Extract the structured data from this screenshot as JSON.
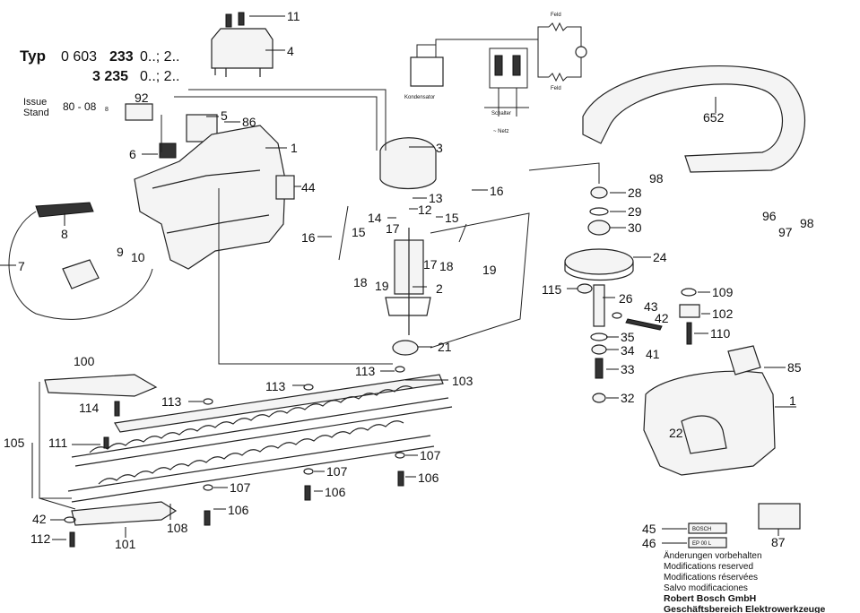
{
  "header": {
    "typ_label": "Typ",
    "model_line1_a": "0 603",
    "model_line1_b": "233",
    "model_line1_c": "0..; 2..",
    "model_line2_b": "3 235",
    "model_line2_c": "0..; 2..",
    "issue_label": "Issue",
    "stand_label": "Stand",
    "issue_value": "80 - 08",
    "issue_suffix": "8"
  },
  "schematic": {
    "feld_top": "Feld",
    "feld_bottom": "Feld",
    "kondensator": "Kondensator",
    "schalter": "Schalter",
    "netz": "~ Netz"
  },
  "part_labels": [
    {
      "id": "p11",
      "text": "11"
    },
    {
      "id": "p4",
      "text": "4"
    },
    {
      "id": "p92",
      "text": "92"
    },
    {
      "id": "p5",
      "text": "5"
    },
    {
      "id": "p86",
      "text": "86"
    },
    {
      "id": "p6",
      "text": "6"
    },
    {
      "id": "p1a",
      "text": "1"
    },
    {
      "id": "p44",
      "text": "44"
    },
    {
      "id": "p8",
      "text": "8"
    },
    {
      "id": "p7",
      "text": "7"
    },
    {
      "id": "p9",
      "text": "9"
    },
    {
      "id": "p10",
      "text": "10"
    },
    {
      "id": "p3",
      "text": "3"
    },
    {
      "id": "p13",
      "text": "13"
    },
    {
      "id": "p14",
      "text": "14"
    },
    {
      "id": "p12",
      "text": "12"
    },
    {
      "id": "p15a",
      "text": "15"
    },
    {
      "id": "p15b",
      "text": "15"
    },
    {
      "id": "p17a",
      "text": "17"
    },
    {
      "id": "p16a",
      "text": "16"
    },
    {
      "id": "p16b",
      "text": "16"
    },
    {
      "id": "p17b",
      "text": "17"
    },
    {
      "id": "p18a",
      "text": "18"
    },
    {
      "id": "p18b",
      "text": "18"
    },
    {
      "id": "p19a",
      "text": "19"
    },
    {
      "id": "p19b",
      "text": "19"
    },
    {
      "id": "p2",
      "text": "2"
    },
    {
      "id": "p21",
      "text": "21"
    },
    {
      "id": "p652",
      "text": "652"
    },
    {
      "id": "p98a",
      "text": "98"
    },
    {
      "id": "p96",
      "text": "96"
    },
    {
      "id": "p97",
      "text": "97"
    },
    {
      "id": "p98b",
      "text": "98"
    },
    {
      "id": "p28",
      "text": "28"
    },
    {
      "id": "p29",
      "text": "29"
    },
    {
      "id": "p30",
      "text": "30"
    },
    {
      "id": "p24",
      "text": "24"
    },
    {
      "id": "p115",
      "text": "115"
    },
    {
      "id": "p26",
      "text": "26"
    },
    {
      "id": "p43",
      "text": "43"
    },
    {
      "id": "p42a",
      "text": "42"
    },
    {
      "id": "p109",
      "text": "109"
    },
    {
      "id": "p102",
      "text": "102"
    },
    {
      "id": "p35",
      "text": "35"
    },
    {
      "id": "p34",
      "text": "34"
    },
    {
      "id": "p41",
      "text": "41"
    },
    {
      "id": "p110",
      "text": "110"
    },
    {
      "id": "p33",
      "text": "33"
    },
    {
      "id": "p85",
      "text": "85"
    },
    {
      "id": "p32",
      "text": "32"
    },
    {
      "id": "p1b",
      "text": "1"
    },
    {
      "id": "p22",
      "text": "22"
    },
    {
      "id": "p100",
      "text": "100"
    },
    {
      "id": "p114",
      "text": "114"
    },
    {
      "id": "p113a",
      "text": "113"
    },
    {
      "id": "p113b",
      "text": "113"
    },
    {
      "id": "p113c",
      "text": "113"
    },
    {
      "id": "p103",
      "text": "103"
    },
    {
      "id": "p105",
      "text": "105"
    },
    {
      "id": "p111",
      "text": "111"
    },
    {
      "id": "p107a",
      "text": "107"
    },
    {
      "id": "p107b",
      "text": "107"
    },
    {
      "id": "p107c",
      "text": "107"
    },
    {
      "id": "p106a",
      "text": "106"
    },
    {
      "id": "p106b",
      "text": "106"
    },
    {
      "id": "p106c",
      "text": "106"
    },
    {
      "id": "p42b",
      "text": "42"
    },
    {
      "id": "p112",
      "text": "112"
    },
    {
      "id": "p101",
      "text": "101"
    },
    {
      "id": "p108",
      "text": "108"
    },
    {
      "id": "p45",
      "text": "45"
    },
    {
      "id": "p46",
      "text": "46"
    },
    {
      "id": "p87",
      "text": "87"
    }
  ],
  "label_brand_45": "BOSCH",
  "label_brand_46": "EP 00 L",
  "footer": {
    "line1": "Änderungen vorbehalten",
    "line2": "Modifications reserved",
    "line3": "Modifications réservées",
    "line4": "Salvo modificaciones",
    "company": "Robert Bosch GmbH",
    "division": "Geschäftsbereich Elektrowerkzeuge"
  }
}
